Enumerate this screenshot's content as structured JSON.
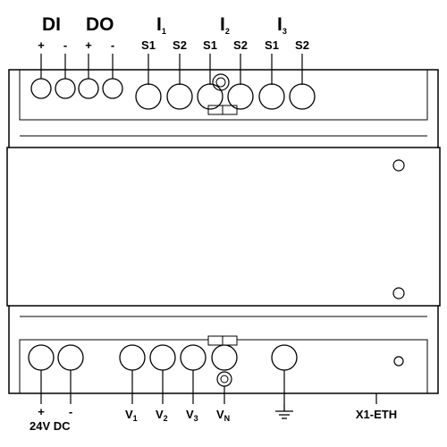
{
  "top_groups": {
    "di": "DI",
    "do": "DO",
    "i1": {
      "main": "I",
      "sub": "1"
    },
    "i2": {
      "main": "I",
      "sub": "2"
    },
    "i3": {
      "main": "I",
      "sub": "3"
    }
  },
  "top_terminals": [
    "+",
    "-",
    "+",
    "-",
    "S1",
    "S2",
    "S1",
    "S2",
    "S1",
    "S2"
  ],
  "bottom_terminals": {
    "plus": "+",
    "minus": "-",
    "supply": "24V DC",
    "v1": {
      "main": "V",
      "sub": "1"
    },
    "v2": {
      "main": "V",
      "sub": "2"
    },
    "v3": {
      "main": "V",
      "sub": "3"
    },
    "vn": {
      "main": "V",
      "sub": "N"
    }
  },
  "ethernet_port": "X1-ETH",
  "colors": {
    "outline": "#000000",
    "background": "#ffffff"
  },
  "icons": [
    "ground-icon",
    "terminal-screw-icon",
    "led-indicator-icon"
  ]
}
